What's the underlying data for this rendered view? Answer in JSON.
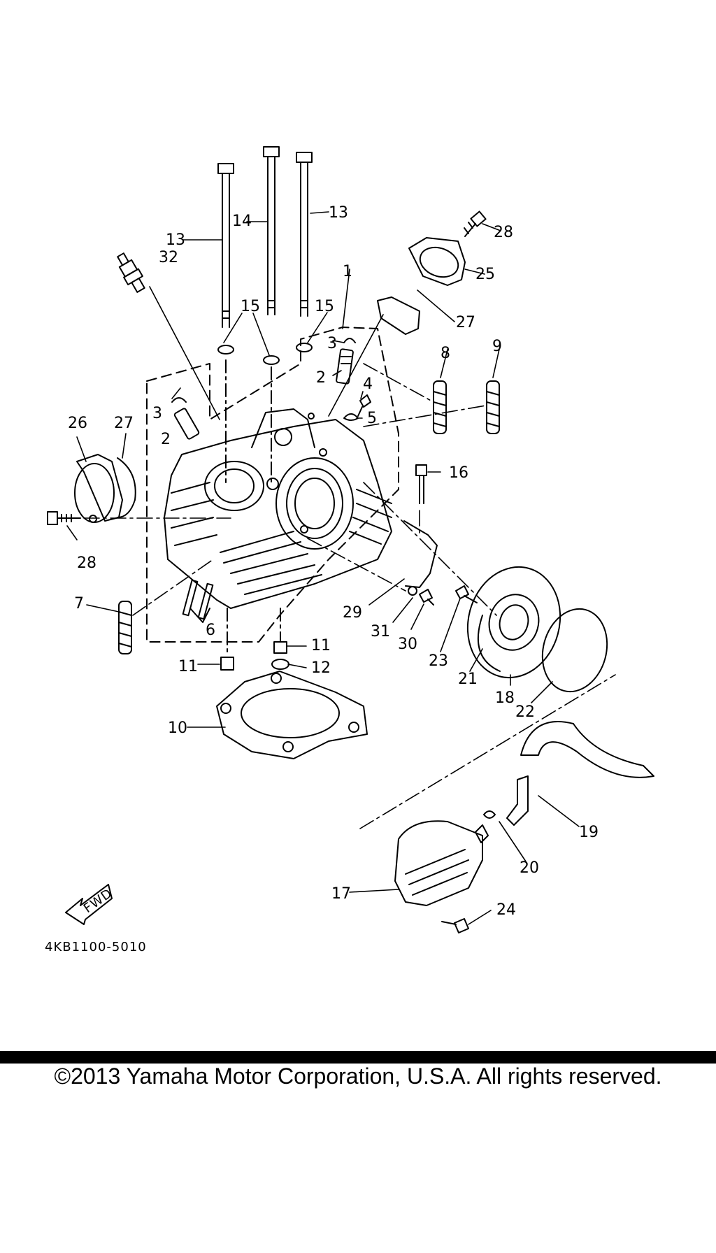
{
  "diagram": {
    "part_code": "4KB1100-5010",
    "fwd_label": "FWD",
    "callouts": {
      "c1": "1",
      "c2a": "2",
      "c2b": "2",
      "c3a": "3",
      "c3b": "3",
      "c4": "4",
      "c5": "5",
      "c6": "6",
      "c7": "7",
      "c8": "8",
      "c9": "9",
      "c10": "10",
      "c11a": "11",
      "c11b": "11",
      "c12": "12",
      "c13a": "13",
      "c13b": "13",
      "c14": "14",
      "c15a": "15",
      "c15b": "15",
      "c16": "16",
      "c17": "17",
      "c18": "18",
      "c19": "19",
      "c20": "20",
      "c21": "21",
      "c22": "22",
      "c23": "23",
      "c24": "24",
      "c25": "25",
      "c26": "26",
      "c27a": "27",
      "c27b": "27",
      "c28a": "28",
      "c28b": "28",
      "c29": "29",
      "c30": "30",
      "c31": "31",
      "c32": "32"
    }
  },
  "footer": {
    "copyright": "©2013 Yamaha Motor Corporation, U.S.A. All rights reserved."
  }
}
